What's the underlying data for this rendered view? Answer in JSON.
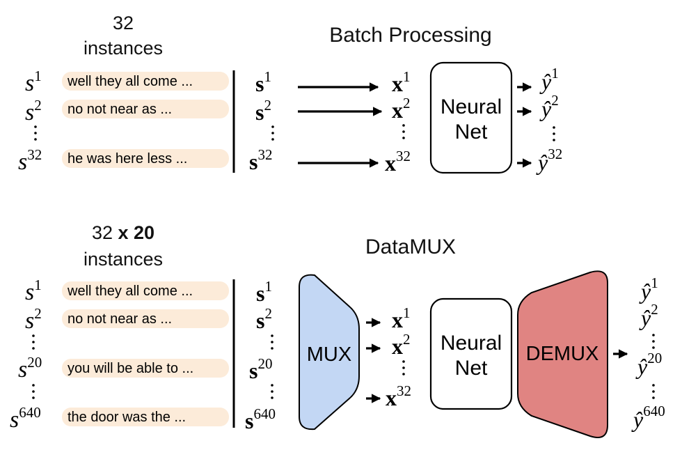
{
  "top": {
    "count_line": "32",
    "count_unit": "instances",
    "section_title": "Batch Processing",
    "examples": [
      {
        "base": "s",
        "sup": "1",
        "text": "well they all come ..."
      },
      {
        "base": "s",
        "sup": "2",
        "text": "no not near as ..."
      },
      {
        "base": "s",
        "sup": "32",
        "text": "he was here less ..."
      }
    ],
    "inputs": [
      {
        "base": "s",
        "sup": "1"
      },
      {
        "base": "s",
        "sup": "2"
      },
      {
        "base": "s",
        "sup": "32"
      }
    ],
    "embeddings": [
      {
        "base": "x",
        "sup": "1"
      },
      {
        "base": "x",
        "sup": "2"
      },
      {
        "base": "x",
        "sup": "32"
      }
    ],
    "model_line1": "Neural",
    "model_line2": "Net",
    "outputs": [
      {
        "base": "ŷ",
        "sup": "1"
      },
      {
        "base": "ŷ",
        "sup": "2"
      },
      {
        "base": "ŷ",
        "sup": "32"
      }
    ]
  },
  "bottom": {
    "count_plain": "32 ",
    "count_bold": "x 20",
    "count_unit": "instances",
    "section_title": "DataMUX",
    "examples": [
      {
        "base": "s",
        "sup": "1",
        "text": "well they all come ..."
      },
      {
        "base": "s",
        "sup": "2",
        "text": "no not near as ..."
      },
      {
        "base": "s",
        "sup": "20",
        "text": "you will be able to ..."
      },
      {
        "base": "s",
        "sup": "640",
        "text": "the door was the ..."
      }
    ],
    "inputs": [
      {
        "base": "s",
        "sup": "1"
      },
      {
        "base": "s",
        "sup": "2"
      },
      {
        "base": "s",
        "sup": "20"
      },
      {
        "base": "s",
        "sup": "640"
      }
    ],
    "mux_label": "MUX",
    "embeddings": [
      {
        "base": "x",
        "sup": "1"
      },
      {
        "base": "x",
        "sup": "2"
      },
      {
        "base": "x",
        "sup": "32"
      }
    ],
    "model_line1": "Neural",
    "model_line2": "Net",
    "demux_label": "DEMUX",
    "outputs": [
      {
        "base": "ŷ",
        "sup": "1"
      },
      {
        "base": "ŷ",
        "sup": "2"
      },
      {
        "base": "ŷ",
        "sup": "20"
      },
      {
        "base": "ŷ",
        "sup": "640"
      }
    ]
  },
  "colors": {
    "pill_fill": "#fcebd9",
    "mux_fill": "#c3d7f4",
    "demux_fill": "#e08482",
    "stroke": "#000000"
  }
}
